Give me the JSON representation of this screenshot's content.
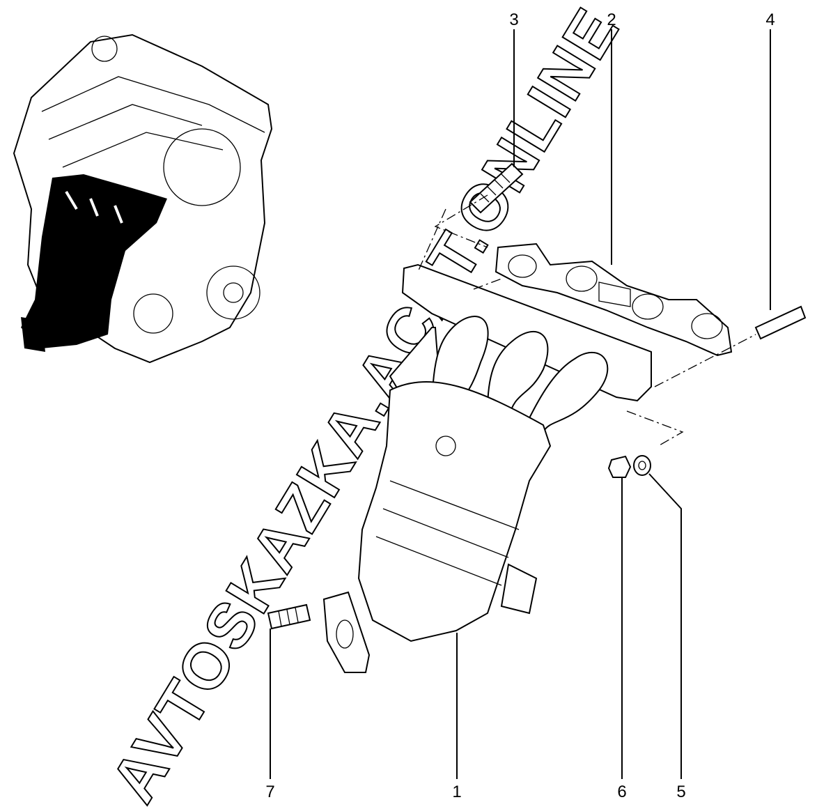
{
  "diagram": {
    "callouts": [
      {
        "id": "1",
        "label": "1"
      },
      {
        "id": "2",
        "label": "2"
      },
      {
        "id": "3",
        "label": "3"
      },
      {
        "id": "4",
        "label": "4"
      },
      {
        "id": "5",
        "label": "5"
      },
      {
        "id": "6",
        "label": "6"
      },
      {
        "id": "7",
        "label": "7"
      }
    ],
    "watermark": "AVTOSKAZKA.ACAT.ONLINE"
  }
}
